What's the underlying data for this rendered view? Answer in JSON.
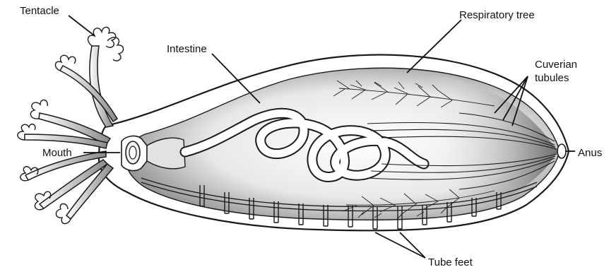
{
  "labels": {
    "tentacle": "Tentacle",
    "intestine": "Intestine",
    "respiratory_tree": "Respiratory tree",
    "cuverian_line1": "Cuverian",
    "cuverian_line2": "tubules",
    "mouth": "Mouth",
    "anus": "Anus",
    "tube_feet": "Tube feet"
  },
  "colors": {
    "ink": "#111111",
    "shade_dark": "#7a7a7a",
    "shade_light": "#e6e6e6",
    "background": "#ffffff"
  }
}
